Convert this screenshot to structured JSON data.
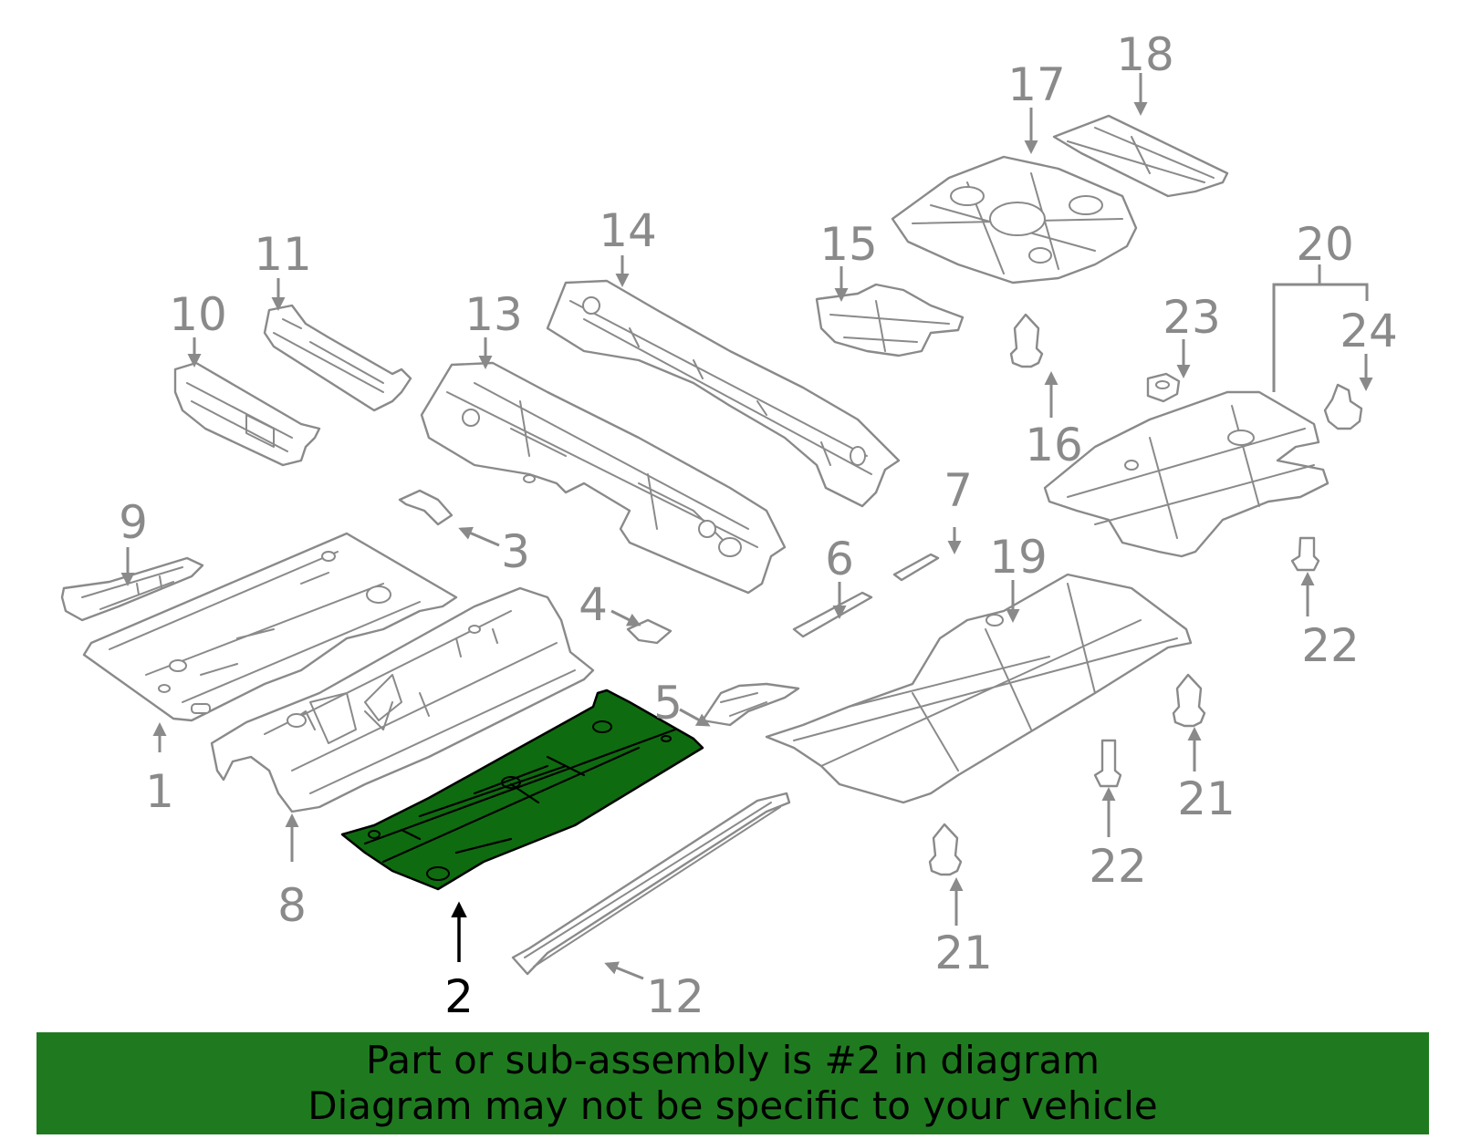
{
  "diagram": {
    "highlighted_part": "2",
    "highlight_color": "#0f6b0f",
    "part_color": "#8a8a8a",
    "callouts": {
      "c1": "1",
      "c2": "2",
      "c3": "3",
      "c4": "4",
      "c5": "5",
      "c6": "6",
      "c7": "7",
      "c8": "8",
      "c9": "9",
      "c10": "10",
      "c11": "11",
      "c12": "12",
      "c13": "13",
      "c14": "14",
      "c15": "15",
      "c16": "16",
      "c17": "17",
      "c18": "18",
      "c19": "19",
      "c20": "20",
      "c21a": "21",
      "c21b": "21",
      "c22a": "22",
      "c22b": "22",
      "c23": "23",
      "c24": "24"
    }
  },
  "banner": {
    "background": "#1f7a1f",
    "line1": "Part or sub-assembly is #2 in diagram",
    "line2": "Diagram may not be specific to your vehicle"
  }
}
